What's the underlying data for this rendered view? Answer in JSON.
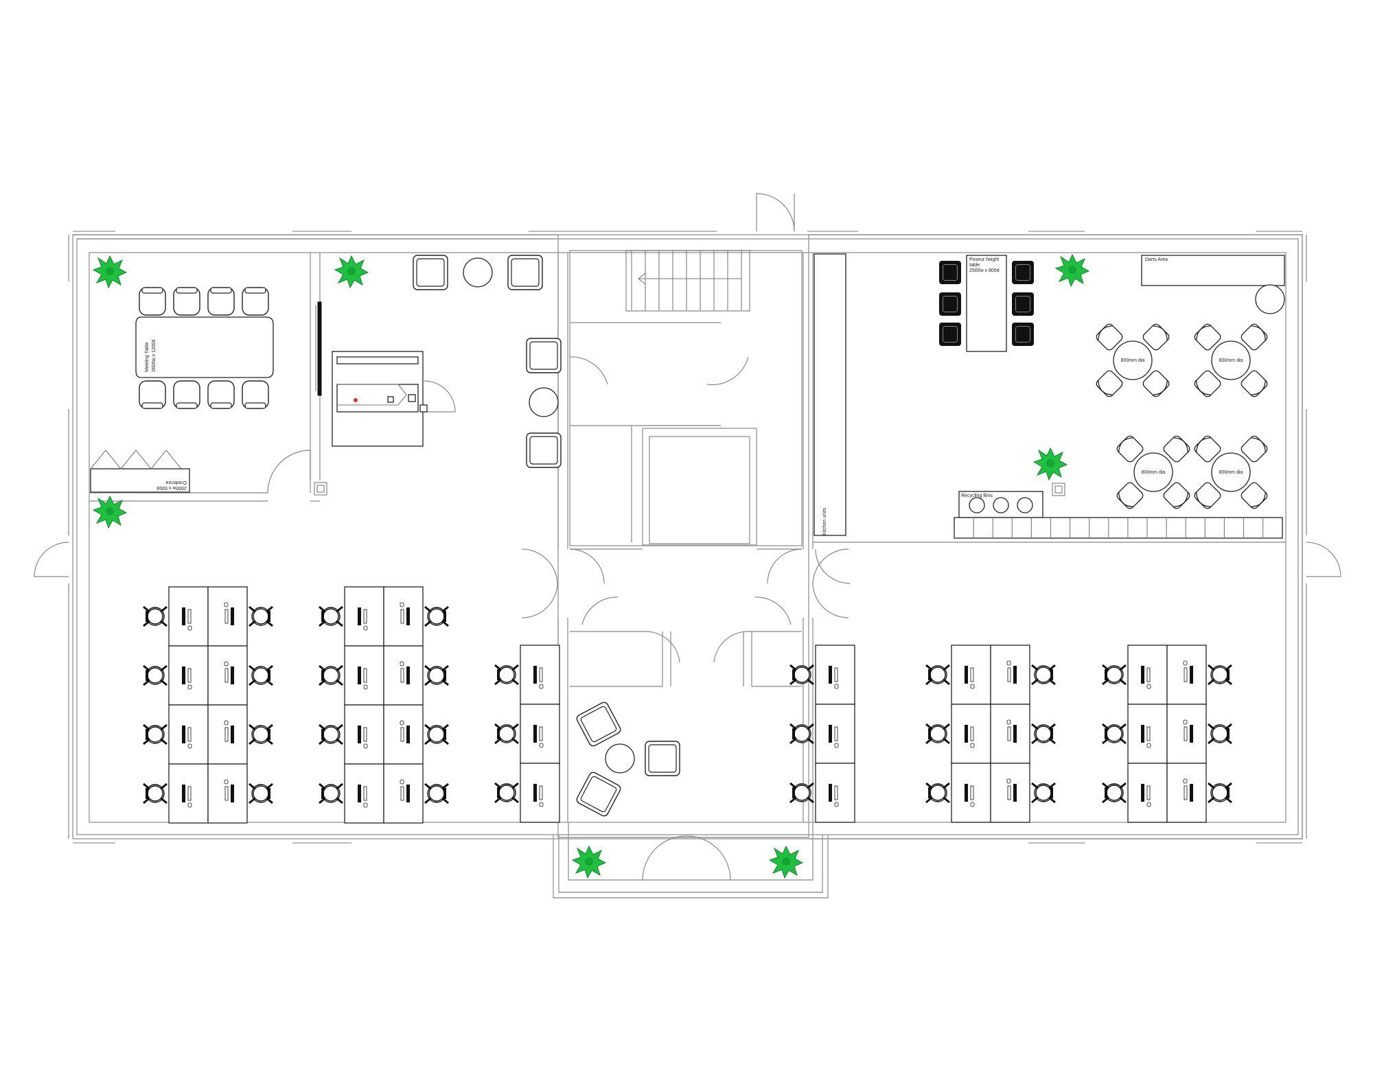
{
  "labels": {
    "meeting_table": "Meeting Table",
    "meeting_table_size": "2600w x 1200d",
    "credenza": "Credenza",
    "credenza_size": "2000w x 500d",
    "poseur_table": "Poseur height",
    "poseur_table_2": "table",
    "poseur_table_size": "2500w x 800d",
    "darts_area": "Darts Area",
    "round_table": "800mm dia",
    "recycling_bins": "Recycling Bins",
    "kitchen_units": "Kitchen units"
  },
  "colors": {
    "plant": "#1fbf3f",
    "wall": "#9a9a9a",
    "furniture": "#222222",
    "accent_dot": "#e03030"
  },
  "icons": {
    "plant": "plant-icon",
    "chair": "chair-icon",
    "monitor": "monitor-icon",
    "armchair": "armchair-icon"
  }
}
